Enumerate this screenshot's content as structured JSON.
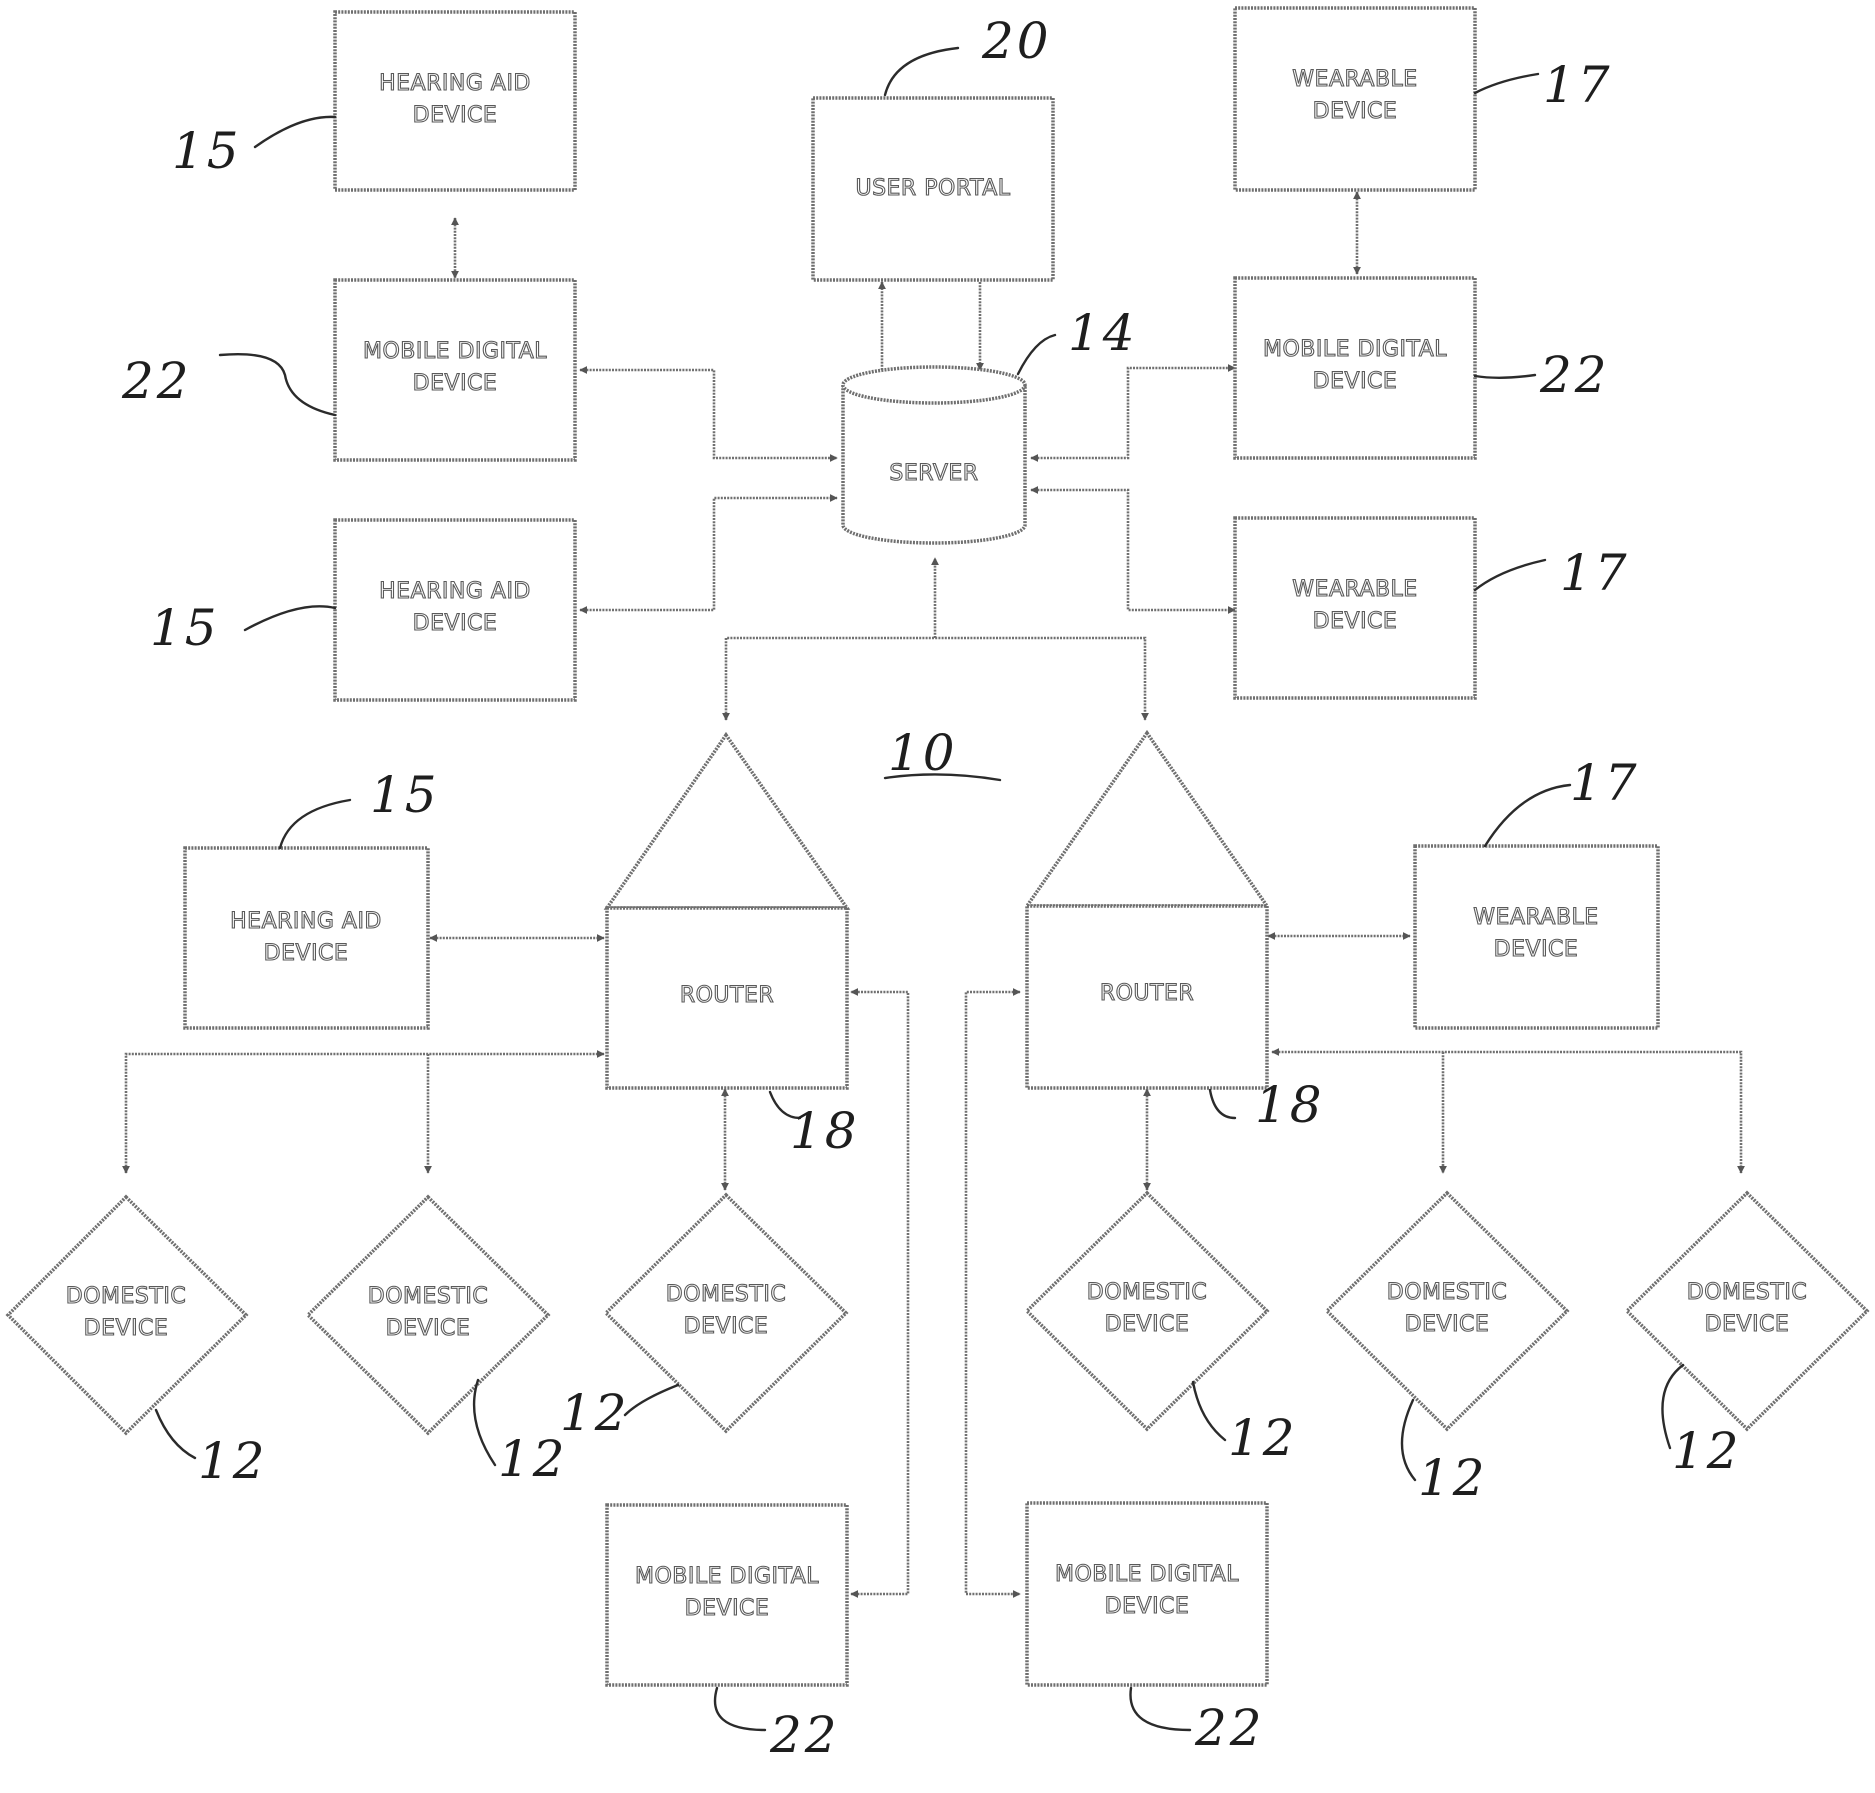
{
  "figure_number": "10",
  "labels": {
    "server": "SERVER",
    "user_portal": "USER PORTAL",
    "router": "ROUTER",
    "hearing_aid_line1": "HEARING AID",
    "device_line": "DEVICE",
    "mobile_line1": "MOBILE DIGITAL",
    "wearable_line1": "WEARABLE",
    "domestic_line1": "DOMESTIC"
  },
  "reference_numerals": {
    "system": "10",
    "domestic_device": "12",
    "server": "14",
    "hearing_aid_device": "15",
    "wearable_device": "17",
    "router": "18",
    "user_portal": "20",
    "mobile_digital_device": "22"
  }
}
